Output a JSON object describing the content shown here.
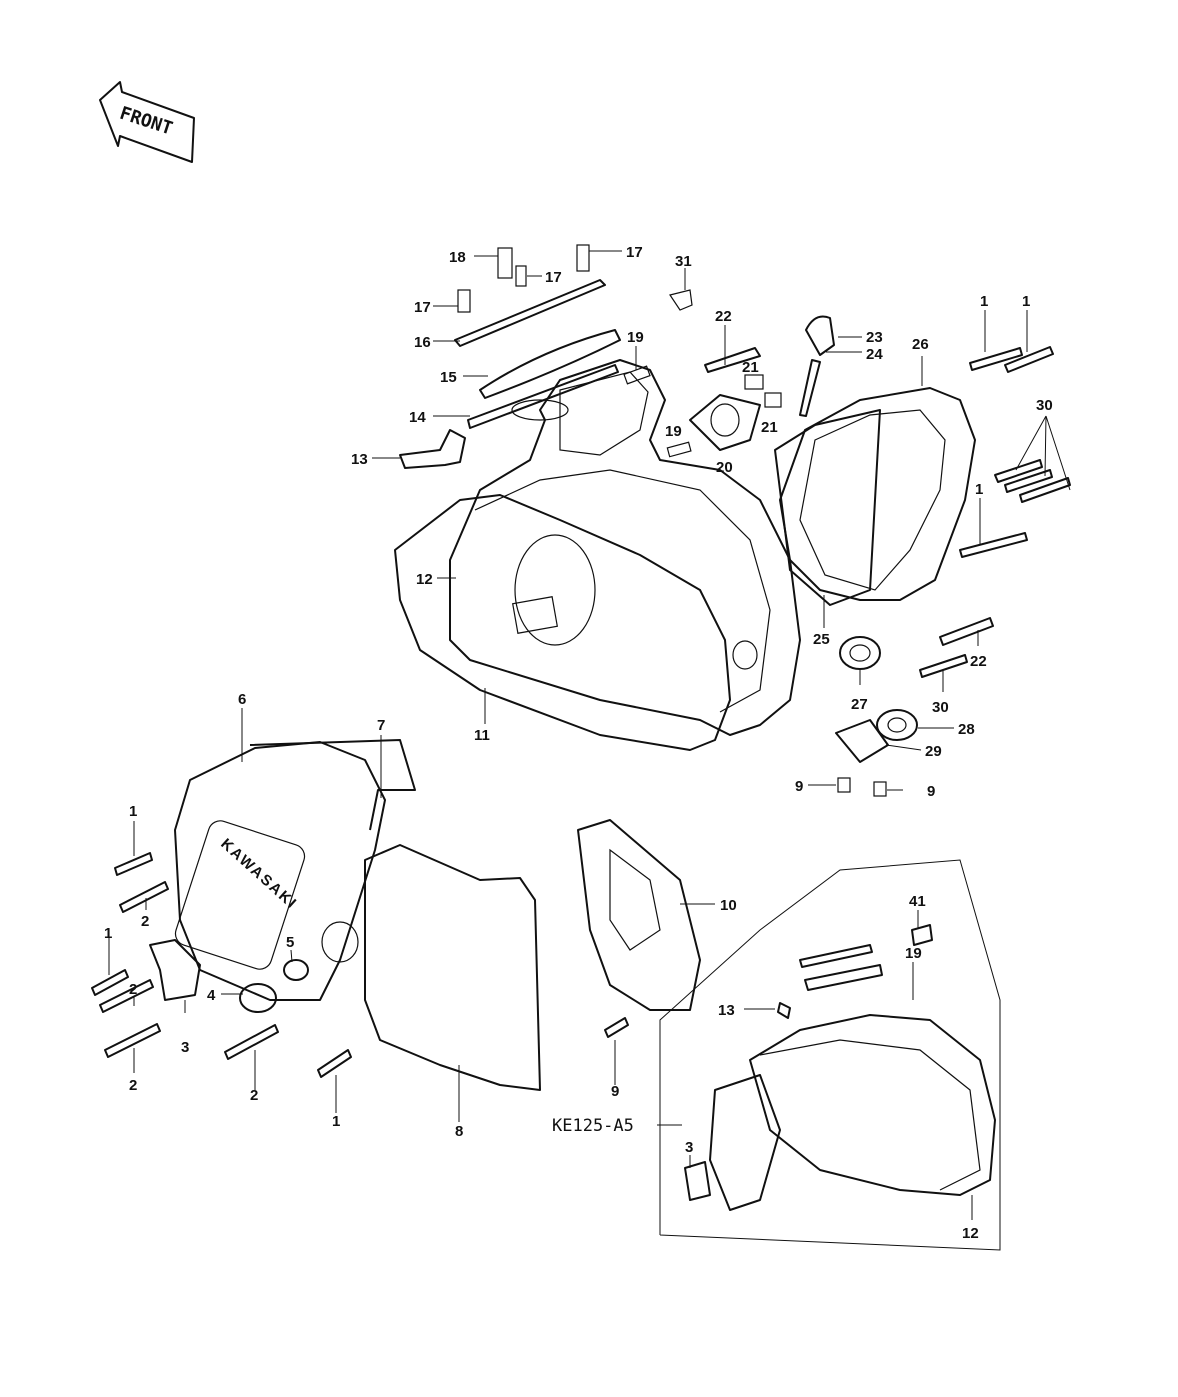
{
  "front_label": "FRONT",
  "badge_text": "KAWASAKI",
  "model_code": "KE125-A5",
  "callouts": [
    {
      "id": "c18",
      "text": "18"
    },
    {
      "id": "c17a",
      "text": "17"
    },
    {
      "id": "c17b",
      "text": "17"
    },
    {
      "id": "c17c",
      "text": "17"
    },
    {
      "id": "c31",
      "text": "31"
    },
    {
      "id": "c16",
      "text": "16"
    },
    {
      "id": "c15",
      "text": "15"
    },
    {
      "id": "c14",
      "text": "14"
    },
    {
      "id": "c13",
      "text": "13"
    },
    {
      "id": "c19a",
      "text": "19"
    },
    {
      "id": "c19b",
      "text": "19"
    },
    {
      "id": "c22a",
      "text": "22"
    },
    {
      "id": "c21a",
      "text": "21"
    },
    {
      "id": "c21b",
      "text": "21"
    },
    {
      "id": "c20",
      "text": "20"
    },
    {
      "id": "c23",
      "text": "23"
    },
    {
      "id": "c24",
      "text": "24"
    },
    {
      "id": "c26",
      "text": "26"
    },
    {
      "id": "c1a",
      "text": "1"
    },
    {
      "id": "c1b",
      "text": "1"
    },
    {
      "id": "c30a",
      "text": "30"
    },
    {
      "id": "c1c",
      "text": "1"
    },
    {
      "id": "c12a",
      "text": "12"
    },
    {
      "id": "c11",
      "text": "11"
    },
    {
      "id": "c25",
      "text": "25"
    },
    {
      "id": "c22b",
      "text": "22"
    },
    {
      "id": "c27",
      "text": "27"
    },
    {
      "id": "c30b",
      "text": "30"
    },
    {
      "id": "c28",
      "text": "28"
    },
    {
      "id": "c29",
      "text": "29"
    },
    {
      "id": "c9a",
      "text": "9"
    },
    {
      "id": "c9b",
      "text": "9"
    },
    {
      "id": "c6",
      "text": "6"
    },
    {
      "id": "c7",
      "text": "7"
    },
    {
      "id": "c1d",
      "text": "1"
    },
    {
      "id": "c2a",
      "text": "2"
    },
    {
      "id": "c1e",
      "text": "1"
    },
    {
      "id": "c2b",
      "text": "2"
    },
    {
      "id": "c2c",
      "text": "2"
    },
    {
      "id": "c3a",
      "text": "3"
    },
    {
      "id": "c4",
      "text": "4"
    },
    {
      "id": "c5",
      "text": "5"
    },
    {
      "id": "c2d",
      "text": "2"
    },
    {
      "id": "c1f",
      "text": "1"
    },
    {
      "id": "c8",
      "text": "8"
    },
    {
      "id": "c10",
      "text": "10"
    },
    {
      "id": "c9c",
      "text": "9"
    },
    {
      "id": "c41",
      "text": "41"
    },
    {
      "id": "c19c",
      "text": "19"
    },
    {
      "id": "c13b",
      "text": "13"
    },
    {
      "id": "c3b",
      "text": "3"
    },
    {
      "id": "c12b",
      "text": "12"
    }
  ]
}
